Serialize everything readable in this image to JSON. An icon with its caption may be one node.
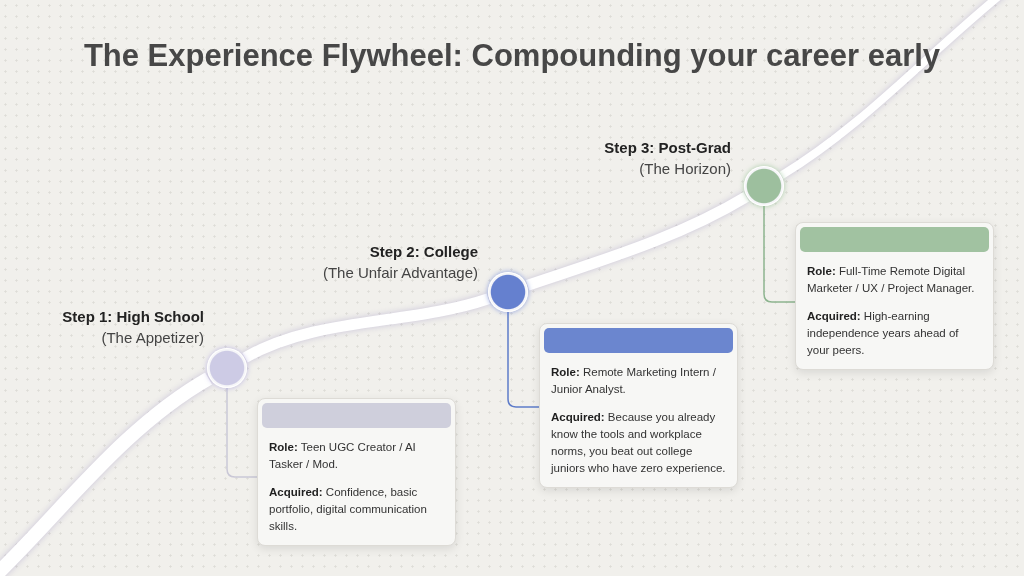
{
  "diagram": {
    "title": "The Experience Flywheel: Compounding your career early",
    "nodes": [
      {
        "text": [],
        "shape": "circle",
        "beside": [
          "Step 1: High School",
          "(The Appetizer)"
        ]
      },
      {
        "text": [
          "**Role:** Teen UGC Creator / AI Tasker / Mod.",
          "**Acquired:** Confidence, basic portfolio, digital communication skills."
        ]
      },
      {
        "text": [],
        "shape": "circle",
        "beside": [
          "Step 2: College",
          "(The Unfair Advantage)"
        ]
      },
      {
        "text": [
          "**Role:** Remote Marketing Intern / Junior Analyst.",
          "**Acquired:** Because you already know the tools and workplace norms, you beat out college juniors who have zero experience."
        ]
      },
      {
        "text": [],
        "shape": "circle",
        "beside": [
          "Step 3: Post-Grad",
          "(The Horizon)"
        ]
      },
      {
        "text": [
          "**Role:** Full-Time Remote Digital Marketer / UX / Project Manager.",
          "**Acquired:** High-earning independence years ahead of your peers."
        ]
      }
    ],
    "edges": [
      {
        "from": 0,
        "to": 2,
        "arrow": "none",
        "style": "thick",
        "color": "#ffffff"
      },
      {
        "from": 2,
        "to": 4,
        "arrow": "none",
        "style": "thick",
        "color": "#ffffff"
      },
      {
        "from": 0,
        "to": 1,
        "arrow": "none",
        "color": "#c9c7d6"
      },
      {
        "from": 2,
        "to": 3,
        "arrow": "none",
        "color": "#5e7cc9"
      },
      {
        "from": 4,
        "to": 5,
        "arrow": "none",
        "color": "#8db48f"
      }
    ]
  }
}
